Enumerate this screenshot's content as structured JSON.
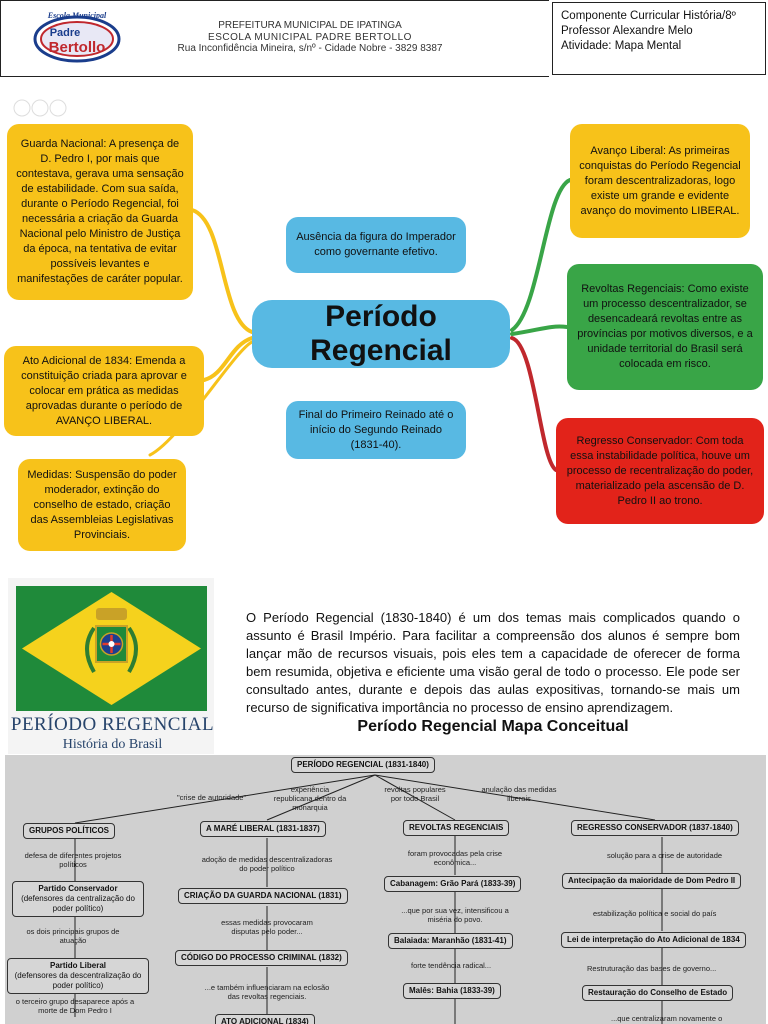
{
  "header": {
    "school_logo_text": [
      "Escola Municipal",
      "Padre",
      "Bertollo"
    ],
    "prefecture": "PREFEITURA MUNICIPAL DE IPATINGA",
    "school_name": "ESCOLA MUNICIPAL PADRE BERTOLLO",
    "address": "Rua Inconfidência Mineira, s/nº - Cidade Nobre - 3829 8387",
    "info": [
      "Componente Curricular História/8º",
      "Professor Alexandre Melo",
      "Atividade: Mapa Mental"
    ]
  },
  "mind_map": {
    "center": "Período Regencial",
    "boxes": {
      "guarda_nacional": "Guarda Nacional: A presença de D. Pedro I, por mais que contestava, gerava uma sensação de estabilidade. Com sua saída, durante o Período Regencial, foi necessária a criação da Guarda Nacional pelo Ministro de Justiça da época, na tentativa de evitar possíveis levantes e manifestações de caráter popular.",
      "ausencia": "Ausência da figura do Imperador como governante efetivo.",
      "ato_adicional": "Ato Adicional de 1834: Emenda a constituição criada para aprovar e colocar em prática as medidas aprovadas durante o período de AVANÇO LIBERAL.",
      "final_primeiro": "Final do Primeiro Reinado até o início do Segundo Reinado (1831-40).",
      "medidas": "Medidas: Suspensão do poder moderador, extinção do conselho de estado, criação das Assembleias Legislativas Provinciais.",
      "avanco_liberal": "Avanço Liberal: As primeiras conquistas do Período Regencial foram descentralizadoras, logo existe um grande e evidente avanço do movimento LIBERAL.",
      "revoltas": "Revoltas Regenciais: Como existe um processo descentralizador, se desencadeará revoltas entre as províncias por motivos diversos, e a unidade territorial do Brasil será colocada em risco.",
      "regresso": "Regresso Conservador: Com toda essa instabilidade política, houve um processo de recentralização do poder, materializado pela ascensão de D. Pedro II ao trono."
    },
    "colors": {
      "yellow": "#f7c21a",
      "blue": "#58b9e3",
      "green": "#39a547",
      "red": "#e2231a"
    }
  },
  "flag_card": {
    "title": "PERÍODO REGENCIAL",
    "subtitle": "História do Brasil"
  },
  "paragraph": "O Período Regencial (1830-1840) é um dos temas mais complicados quando o assunto é Brasil Império. Para facilitar a compreensão dos alunos é sempre bom lançar mão de recursos visuais, pois eles tem a capacidade de oferecer de forma bem resumida, objetiva e eficiente uma visão geral de todo o processo. Ele pode ser consultado antes, durante e depois das aulas expositivas, tornando-se mais um recurso de significativa importância no processo de ensino aprendizagem.",
  "concept_map": {
    "heading": "Período Regencial Mapa Conceitual",
    "root": "PERÍODO REGENCIAL (1831-1840)",
    "links": [
      "\"crise de autoridade\"",
      "experiência republicana dentro da monarquia",
      "revoltas populares por todo Brasil",
      "anulação das medidas liberais"
    ],
    "col1": {
      "node": "GRUPOS POLÍTICOS",
      "note1": "defesa de diferentes projetos políticos",
      "partido_conservador": "Partido Conservador",
      "partido_conservador_note": "(defensores da centralização do poder político)",
      "note2": "os dois principais grupos de atuação",
      "partido_liberal": "Partido Liberal",
      "partido_liberal_note": "(defensores da descentralização do poder político)",
      "note3": "o terceiro grupo desaparece após a morte de Dom Pedro I"
    },
    "col2": {
      "node": "A MARÉ LIBERAL (1831-1837)",
      "note1": "adoção de medidas descentralizadoras do poder político",
      "guarda": "CRIAÇÃO DA GUARDA NACIONAL (1831)",
      "note2": "essas medidas provocaram disputas pelo poder...",
      "codigo": "CÓDIGO DO PROCESSO CRIMINAL (1832)",
      "note3": "...e também influenciaram na eclosão das revoltas regenciais.",
      "ato": "ATO ADICIONAL (1834)"
    },
    "col3": {
      "node": "REVOLTAS REGENCIAIS",
      "note1": "foram provocadas pela crise econômica...",
      "cabanagem": "Cabanagem: Grão Pará (1833-39)",
      "note2": "...que por sua vez, intensificou a miséria do povo.",
      "balaiada": "Balaiada: Maranhão (1831-41)",
      "note3": "forte tendência radical...",
      "males": "Malês: Bahia (1833-39)"
    },
    "col4": {
      "node": "REGRESSO CONSERVADOR (1837-1840)",
      "note1": "solução para a crise de autoridade",
      "antecipacao": "Antecipação da maioridade de Dom Pedro II",
      "note2": "estabilização política e social do país",
      "lei": "Lei de interpretação do Ato Adicional de 1834",
      "note3": "Restruturação das bases de governo...",
      "restauracao": "Restauração do Conselho de Estado",
      "note4": "...que centralizaram novamente o"
    }
  }
}
